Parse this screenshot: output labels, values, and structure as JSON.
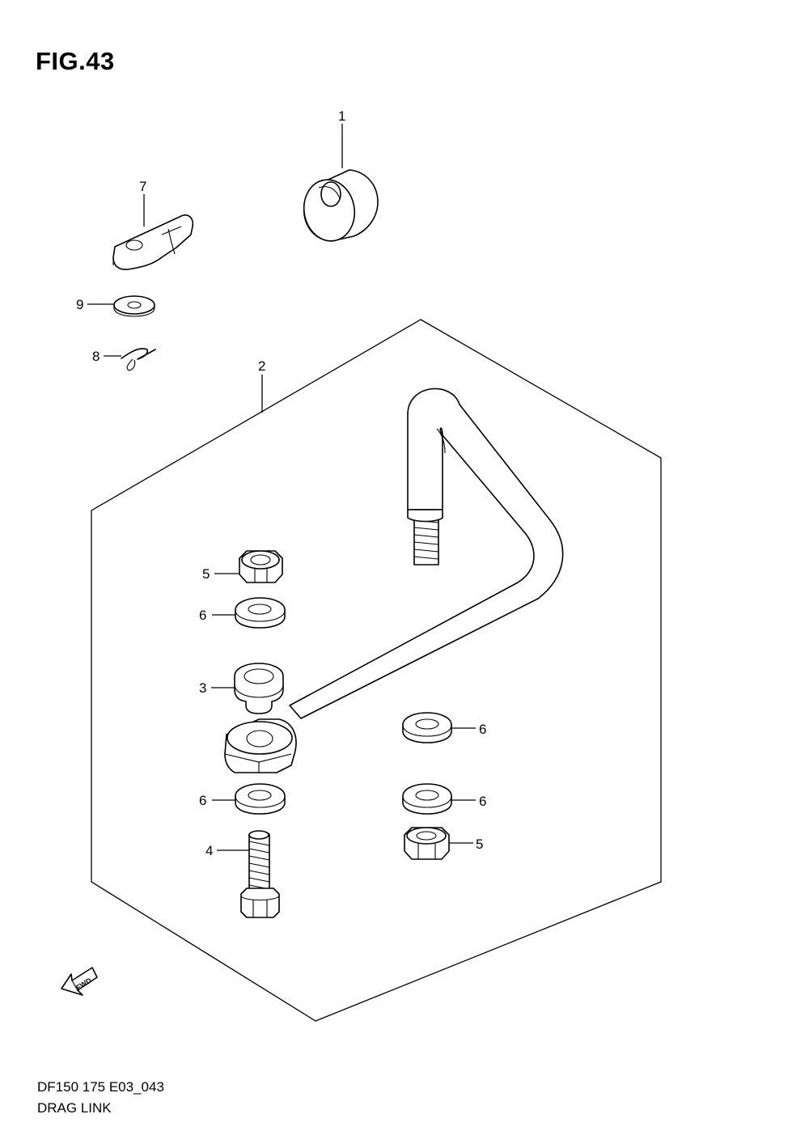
{
  "figure": {
    "title": "FIG.43"
  },
  "footer": {
    "code": "DF150 175 E03_043",
    "name": "DRAG LINK"
  },
  "fwd_label": "FWD",
  "callouts": {
    "c1": "1",
    "c2": "2",
    "c3": "3",
    "c4": "4",
    "c5a": "5",
    "c5b": "5",
    "c6a": "6",
    "c6b": "6",
    "c6c": "6",
    "c6d": "6",
    "c7": "7",
    "c8": "8",
    "c9": "9"
  },
  "icons": {
    "fwd_arrow": "fwd-arrow-icon"
  }
}
